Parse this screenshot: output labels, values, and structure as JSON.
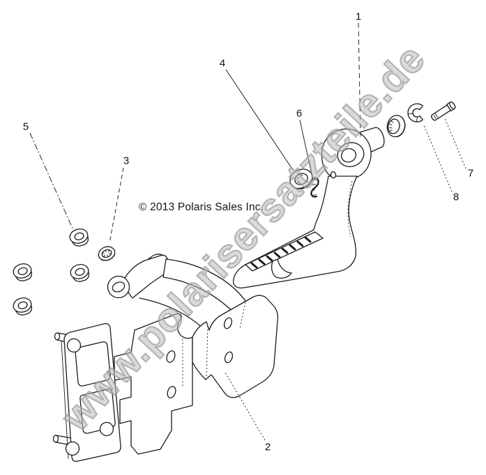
{
  "diagram": {
    "watermark": "www.polarisersatzteile.de",
    "copyright": "© 2013 Polaris Sales Inc.",
    "callouts": [
      {
        "label": "1"
      },
      {
        "label": "2"
      },
      {
        "label": "3"
      },
      {
        "label": "4"
      },
      {
        "label": "5"
      },
      {
        "label": "6"
      },
      {
        "label": "7"
      },
      {
        "label": "8"
      }
    ],
    "colors": {
      "line": "#1a1a1a",
      "watermark": "#bbbbbb",
      "background": "#ffffff"
    }
  }
}
